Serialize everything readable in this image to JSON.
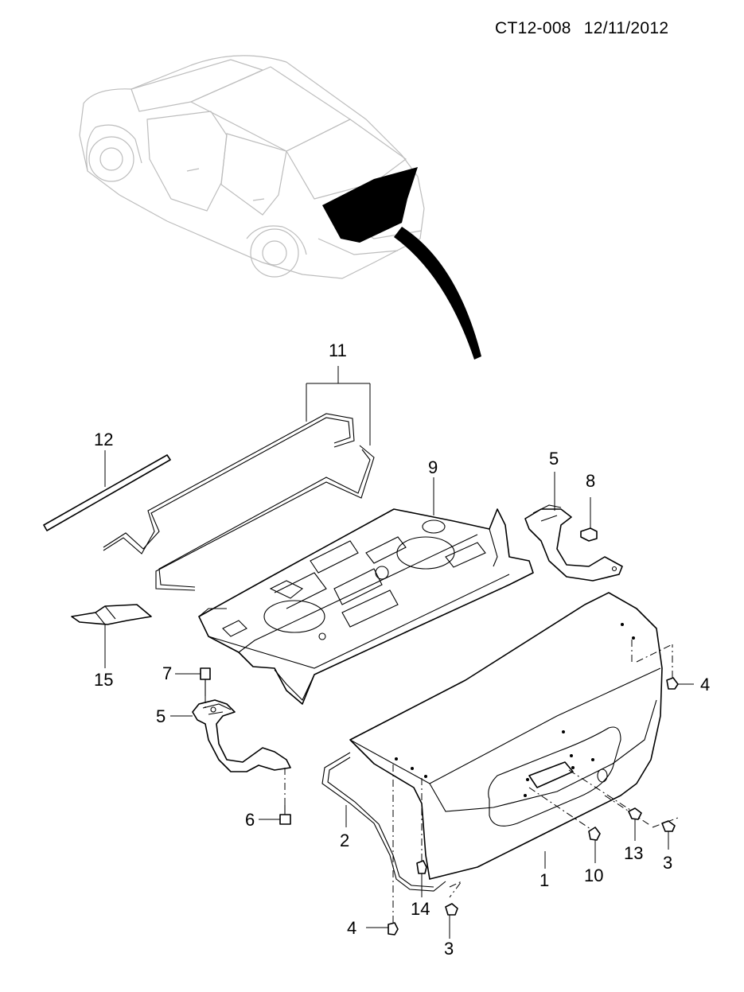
{
  "header": {
    "code": "CT12-008",
    "date": "12/11/2012"
  },
  "callouts": {
    "c1": "1",
    "c2": "2",
    "c3a": "3",
    "c3b": "3",
    "c4a": "4",
    "c4b": "4",
    "c5a": "5",
    "c5b": "5",
    "c6": "6",
    "c7": "7",
    "c8": "8",
    "c9": "9",
    "c10": "10",
    "c11": "11",
    "c12": "12",
    "c13": "13",
    "c14": "14",
    "c15": "15"
  }
}
